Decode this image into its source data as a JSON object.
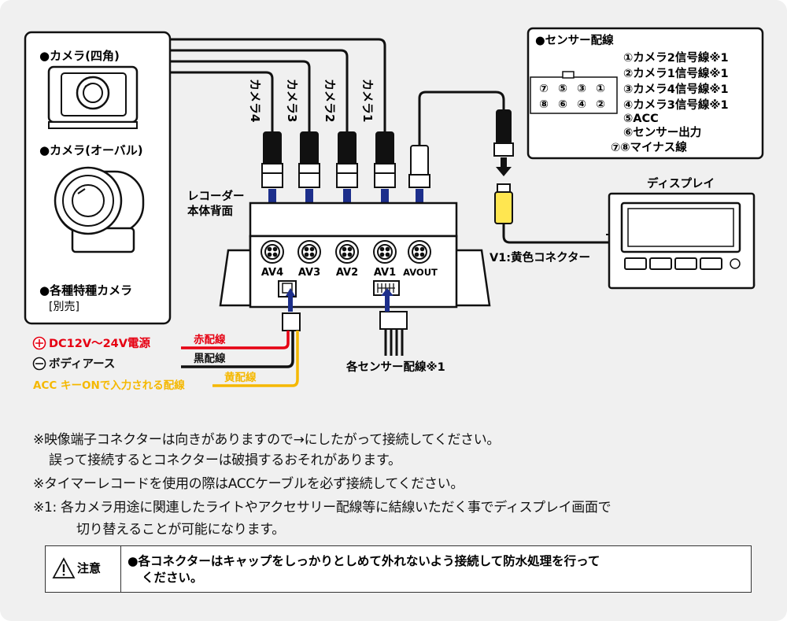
{
  "cameras": {
    "square": "●カメラ(四角)",
    "oval": "●カメラ(オーバル)",
    "special": "●各種特種カメラ",
    "special_note": "[別売]"
  },
  "channels": {
    "cam4": "カメラ4",
    "cam3": "カメラ3",
    "cam2": "カメラ2",
    "cam1": "カメラ1"
  },
  "recorder": {
    "label_line1": "レコーダー",
    "label_line2": "本体背面",
    "ports": [
      "AV4",
      "AV3",
      "AV2",
      "AV1",
      "AVOUT"
    ]
  },
  "power": {
    "plus_symbol": "+",
    "minus_symbol": "−",
    "dc_label": "DC12V〜24V電源",
    "body_earth": "ボディアース",
    "acc_label": "ACC キーONで入力される配線",
    "red_wire": "赤配線",
    "black_wire": "黒配線",
    "yellow_wire": "黄配線"
  },
  "sensor_wires_label": "各センサー配線※1",
  "sensor_box": {
    "title": "●センサー配線",
    "pins_top": [
      "⑦",
      "⑤",
      "③",
      "①"
    ],
    "pins_bottom": [
      "⑧",
      "⑥",
      "④",
      "②"
    ],
    "items": [
      "①カメラ2信号線※1",
      "②カメラ1信号線※1",
      "③カメラ4信号線※1",
      "④カメラ3信号線※1",
      "⑤ACC",
      "⑥センサー出力",
      "⑦⑧マイナス線"
    ]
  },
  "display": {
    "label": "ディスプレイ",
    "connector_label": "V1:黄色コネクター"
  },
  "notes": [
    "※映像端子コネクターは向きがありますので→にしたがって接続してください。",
    "誤って接続するとコネクターは破損するおそれがあります。",
    "※タイマーレコードを使用の際はACCケーブルを必ず接続してください。",
    "※1: 各カメラ用途に関連したライトやアクセサリー配線等に結線いただく事でディスプレイ画面で",
    "切り替えることが可能になります。"
  ],
  "caution": {
    "label": "注意",
    "line1": "●各コネクターはキャップをしっかりとしめて外れないよう接続して防水処理を行って",
    "line2": "ください。"
  },
  "colors": {
    "red": "#e60012",
    "yellow": "#f5b800",
    "arrow_blue": "#1d2f8c",
    "connector_yellow": "#ffe650"
  }
}
